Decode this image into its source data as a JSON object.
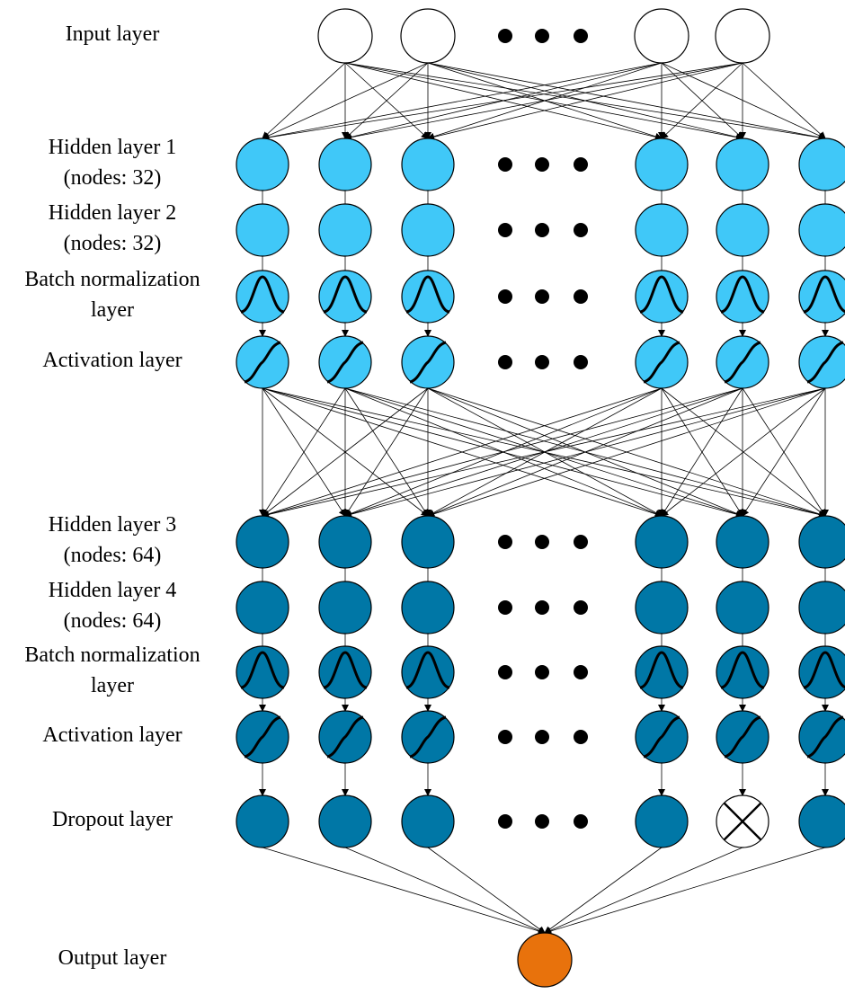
{
  "layers": [
    {
      "id": "input",
      "lines": [
        "Input layer"
      ],
      "color": "#ffffff",
      "nodes": 4,
      "glyph": "none"
    },
    {
      "id": "hidden1",
      "lines": [
        "Hidden layer 1",
        "(nodes: 32)"
      ],
      "color": "#40c8f8",
      "nodes": 6,
      "glyph": "none"
    },
    {
      "id": "hidden2",
      "lines": [
        "Hidden layer 2",
        "(nodes: 32)"
      ],
      "color": "#40c8f8",
      "nodes": 6,
      "glyph": "none"
    },
    {
      "id": "batchnorm1",
      "lines": [
        "Batch normalization",
        "layer"
      ],
      "color": "#40c8f8",
      "nodes": 6,
      "glyph": "bell-curve"
    },
    {
      "id": "activation1",
      "lines": [
        "Activation layer"
      ],
      "color": "#40c8f8",
      "nodes": 6,
      "glyph": "sigmoid"
    },
    {
      "id": "hidden3",
      "lines": [
        "Hidden layer 3",
        "(nodes: 64)"
      ],
      "color": "#0077a6",
      "nodes": 6,
      "glyph": "none"
    },
    {
      "id": "hidden4",
      "lines": [
        "Hidden layer 4",
        "(nodes: 64)"
      ],
      "color": "#0077a6",
      "nodes": 6,
      "glyph": "none"
    },
    {
      "id": "batchnorm2",
      "lines": [
        "Batch normalization",
        "layer"
      ],
      "color": "#0077a6",
      "nodes": 6,
      "glyph": "bell-curve"
    },
    {
      "id": "activation2",
      "lines": [
        "Activation layer"
      ],
      "color": "#0077a6",
      "nodes": 6,
      "glyph": "sigmoid"
    },
    {
      "id": "dropout",
      "lines": [
        "Dropout layer"
      ],
      "color": "#0077a6",
      "nodes": 6,
      "glyph": "none",
      "dropped_node_index": 4,
      "dropped_glyph": "x-circle"
    },
    {
      "id": "output",
      "lines": [
        "Output layer"
      ],
      "color": "#e8720c",
      "nodes": 1,
      "glyph": "none"
    }
  ],
  "ellipsis_glyph": "three-dots",
  "connections": [
    {
      "from": "input",
      "to": "hidden1",
      "type": "fully-connected"
    },
    {
      "from": "hidden1",
      "to": "hidden2",
      "type": "one-to-one"
    },
    {
      "from": "hidden2",
      "to": "batchnorm1",
      "type": "one-to-one"
    },
    {
      "from": "batchnorm1",
      "to": "activation1",
      "type": "one-to-one-arrow"
    },
    {
      "from": "activation1",
      "to": "hidden3",
      "type": "fully-connected"
    },
    {
      "from": "hidden3",
      "to": "hidden4",
      "type": "one-to-one"
    },
    {
      "from": "hidden4",
      "to": "batchnorm2",
      "type": "one-to-one"
    },
    {
      "from": "batchnorm2",
      "to": "activation2",
      "type": "one-to-one-arrow"
    },
    {
      "from": "activation2",
      "to": "dropout",
      "type": "one-to-one-arrow"
    },
    {
      "from": "dropout",
      "to": "output",
      "type": "fully-connected"
    }
  ]
}
